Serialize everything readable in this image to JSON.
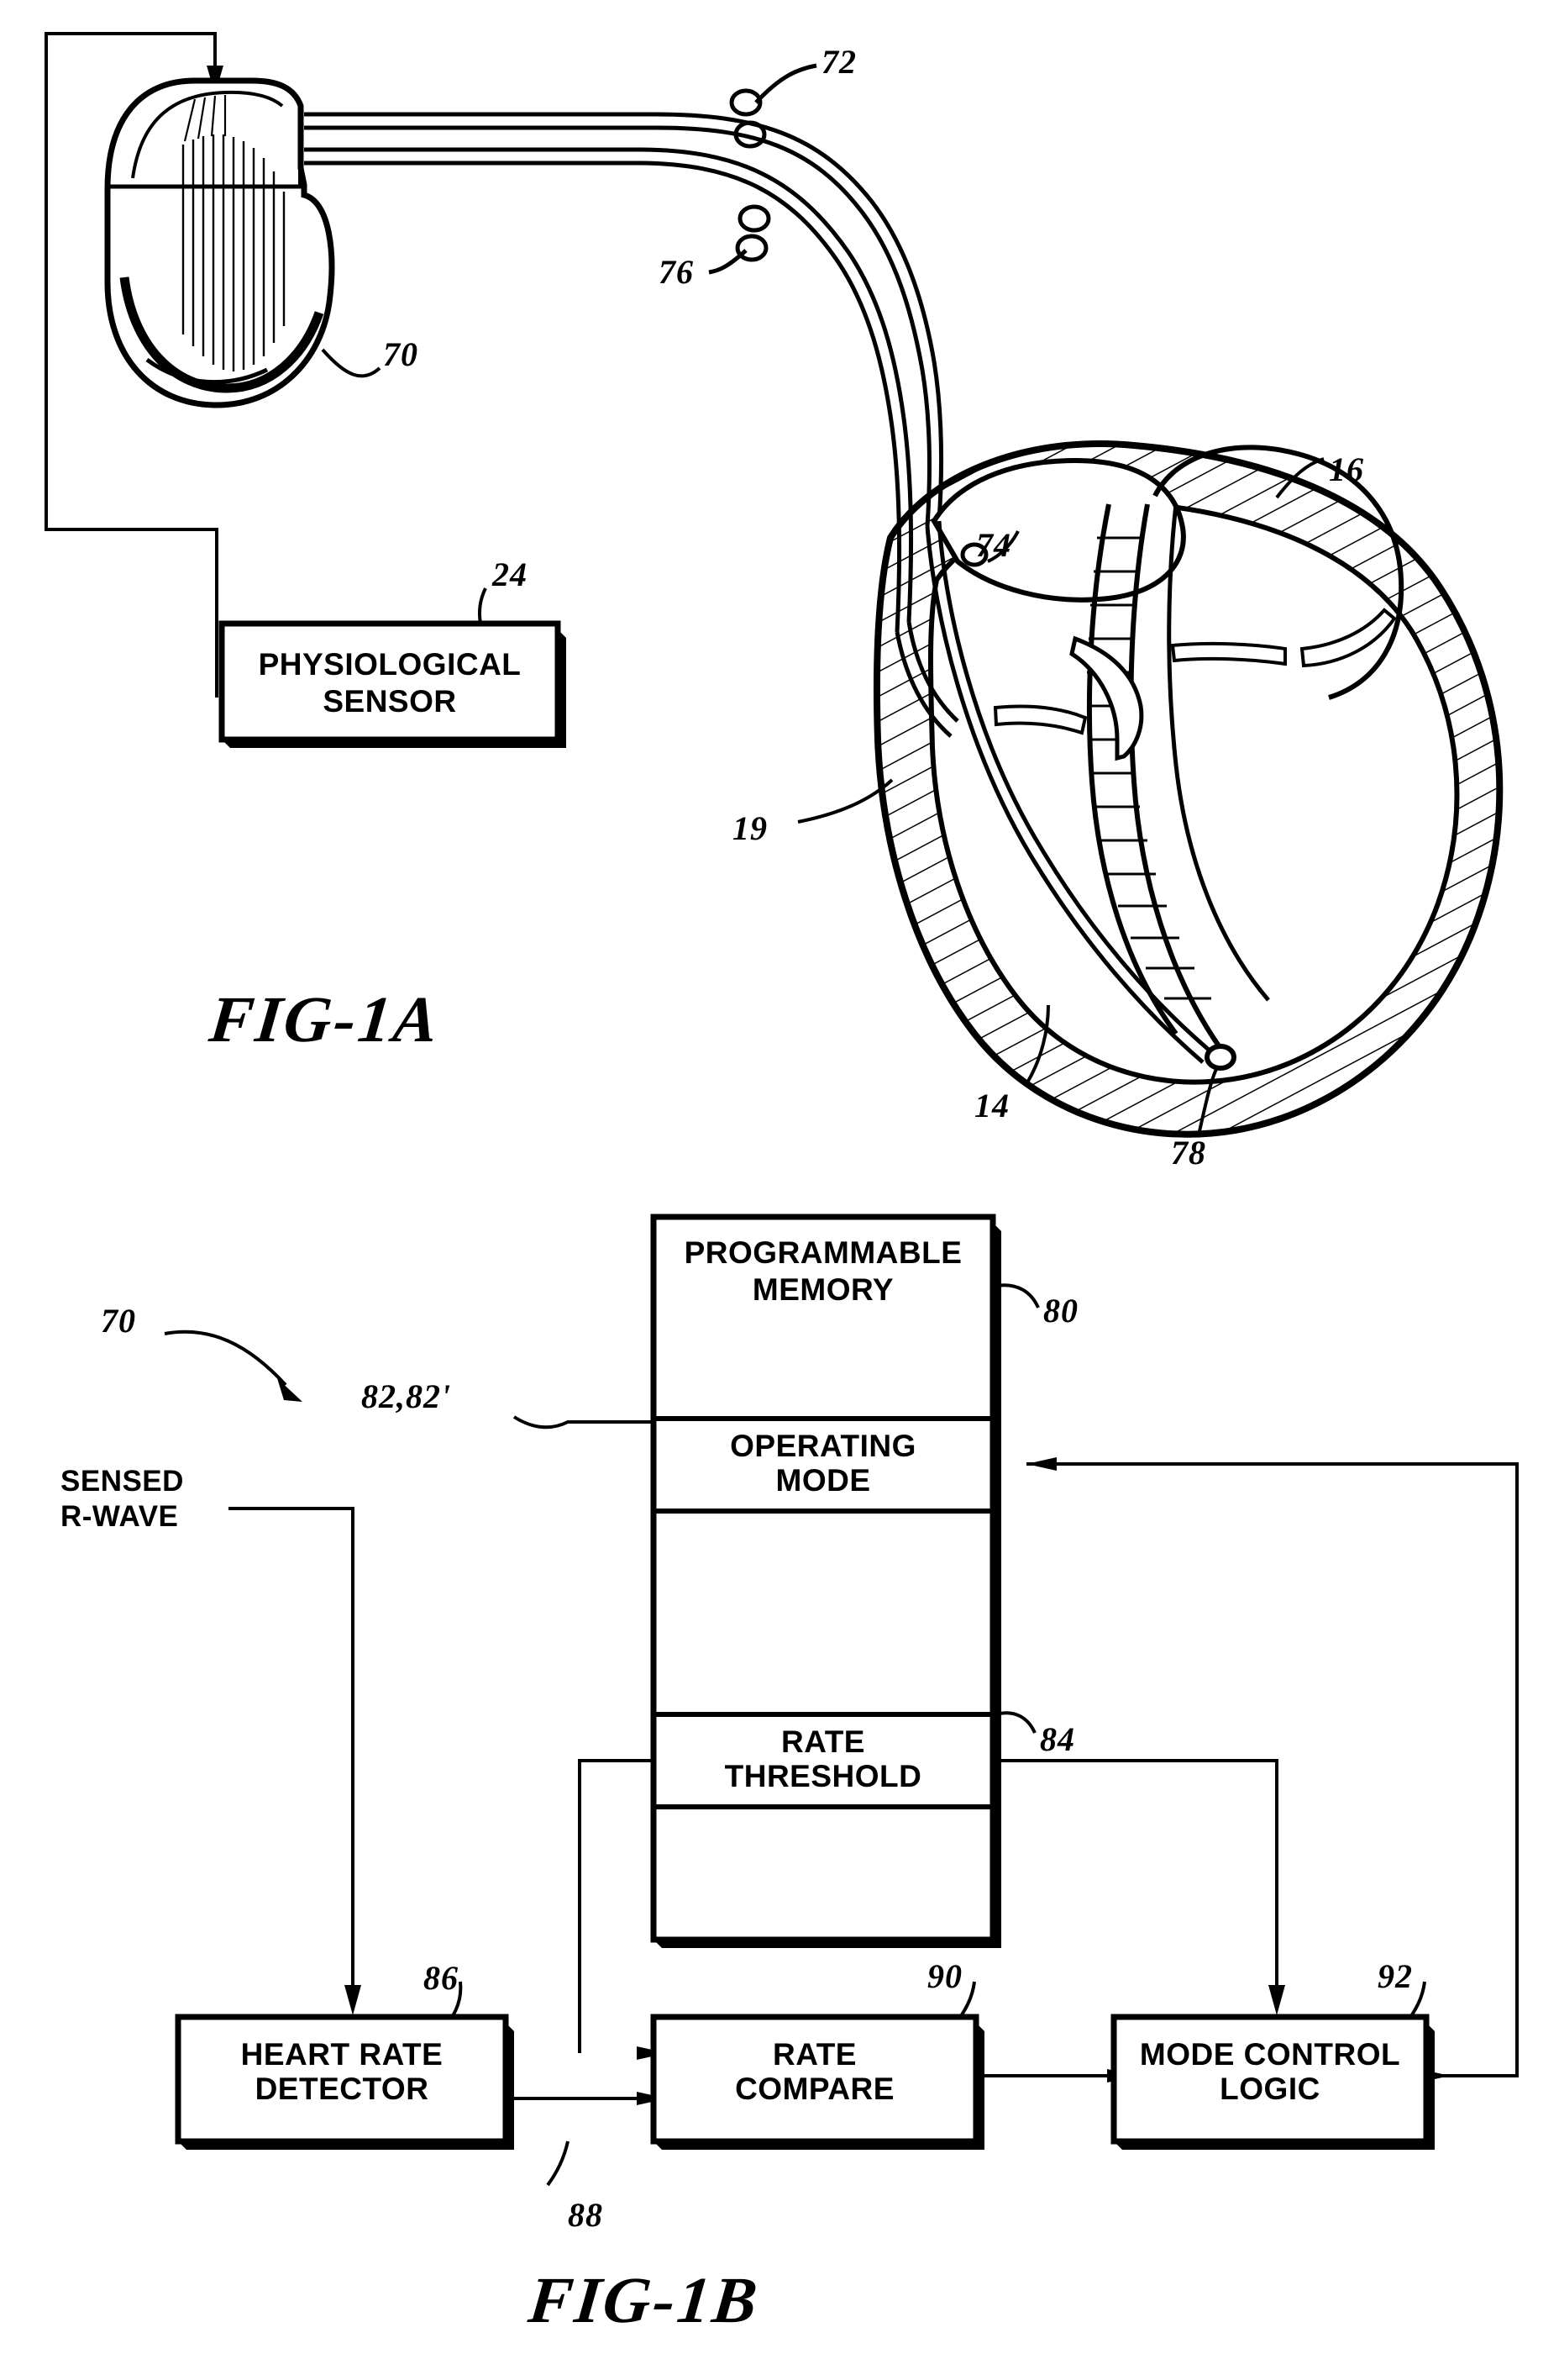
{
  "figures": [
    {
      "id": "fig-1a",
      "caption": "FIG-1A",
      "description": "Implantable pacemaker with lead implanted in heart"
    },
    {
      "id": "fig-1b",
      "caption": "FIG-1B",
      "description": "Block diagram of pacemaker mode control circuitry"
    }
  ],
  "fig1a": {
    "caption": "FIG-1A",
    "sensor_box": {
      "line1": "PHYSIOLOGICAL",
      "line2": "SENSOR",
      "ref": "24"
    },
    "refs": {
      "pacemaker": "70",
      "lead_electrode_upper": "72",
      "lead_electrode_lower": "76",
      "atrium_lead_point": "74",
      "heart_outer": "16",
      "atrium": "19",
      "ventricle_wall": "14",
      "tip_electrode": "78"
    }
  },
  "fig1b": {
    "caption": "FIG-1B",
    "device_ref": "70",
    "input_label": "SENSED\nR-WAVE",
    "memory": {
      "title": "PROGRAMMABLE\nMEMORY",
      "title_line1": "PROGRAMMABLE",
      "title_line2": "MEMORY",
      "ref": "80",
      "cells": [
        {
          "label": "",
          "ref": ""
        },
        {
          "label": "OPERATING\nMODE",
          "ref": "82,82'"
        },
        {
          "label": "",
          "ref": ""
        },
        {
          "label": "RATE\nTHRESHOLD",
          "ref": "84"
        },
        {
          "label": "",
          "ref": ""
        }
      ]
    },
    "blocks": [
      {
        "id": "heart-rate-detector",
        "label": "HEART RATE\nDETECTOR",
        "ref": "86"
      },
      {
        "id": "rate-compare",
        "label": "RATE\nCOMPARE",
        "ref": "90"
      },
      {
        "id": "mode-control-logic",
        "label": "MODE CONTROL\nLOGIC",
        "ref": "92"
      }
    ],
    "signal_refs": {
      "detector_output": "88"
    }
  },
  "colors": {
    "ink": "#000000",
    "paper": "#ffffff"
  }
}
